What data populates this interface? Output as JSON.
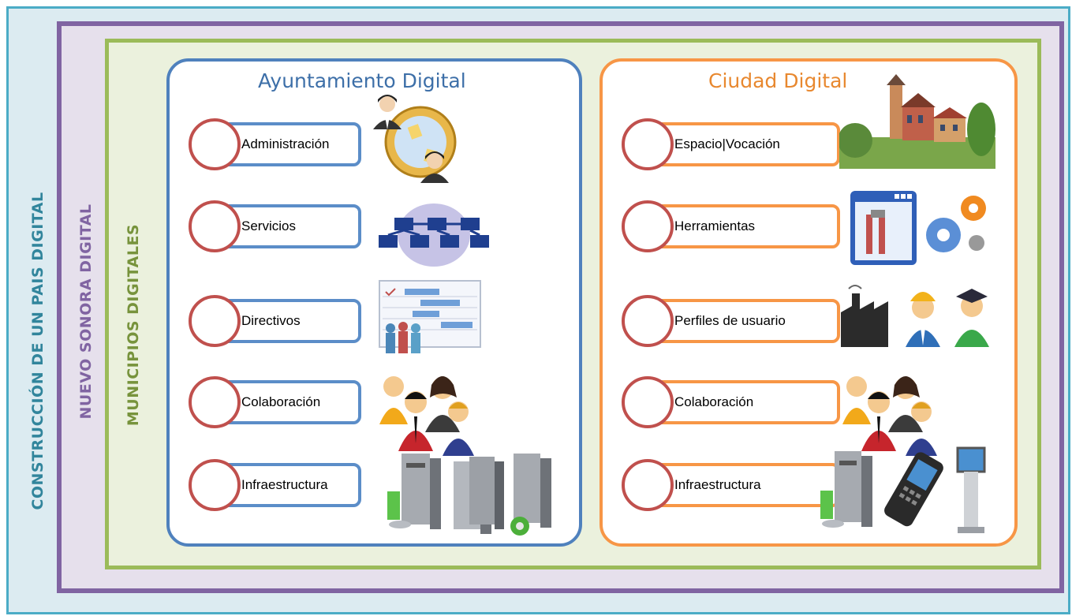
{
  "labels": {
    "outer": "CONSTRUCCIÓN DE UN PAIS DIGITAL",
    "middle": "NUEVO SONORA DIGITAL",
    "inner": "MUNICIPIOS DIGITALES"
  },
  "left_panel": {
    "title": "Ayuntamiento Digital",
    "items": [
      {
        "label": "Administración",
        "icon": "meeting-icon"
      },
      {
        "label": "Servicios",
        "icon": "network-icon"
      },
      {
        "label": "Directivos",
        "icon": "gantt-chart-icon"
      },
      {
        "label": "Colaboración",
        "icon": "people-group-icon"
      },
      {
        "label": "Infraestructura",
        "icon": "servers-icon"
      }
    ]
  },
  "right_panel": {
    "title": "Ciudad Digital",
    "items": [
      {
        "label": "Espacio|Vocación",
        "icon": "castle-icon"
      },
      {
        "label": "Herramientas",
        "icon": "tools-gears-icon"
      },
      {
        "label": "Perfiles de usuario",
        "icon": "user-profiles-icon"
      },
      {
        "label": "Colaboración",
        "icon": "people-group-icon"
      },
      {
        "label": "Infraestructura",
        "icon": "devices-icon"
      }
    ]
  },
  "colors": {
    "outer": "#4bacc6",
    "middle": "#8064a2",
    "inner": "#9bbb59",
    "left_panel": "#4f81bd",
    "right_panel": "#f79646",
    "circle": "#c0504d"
  }
}
